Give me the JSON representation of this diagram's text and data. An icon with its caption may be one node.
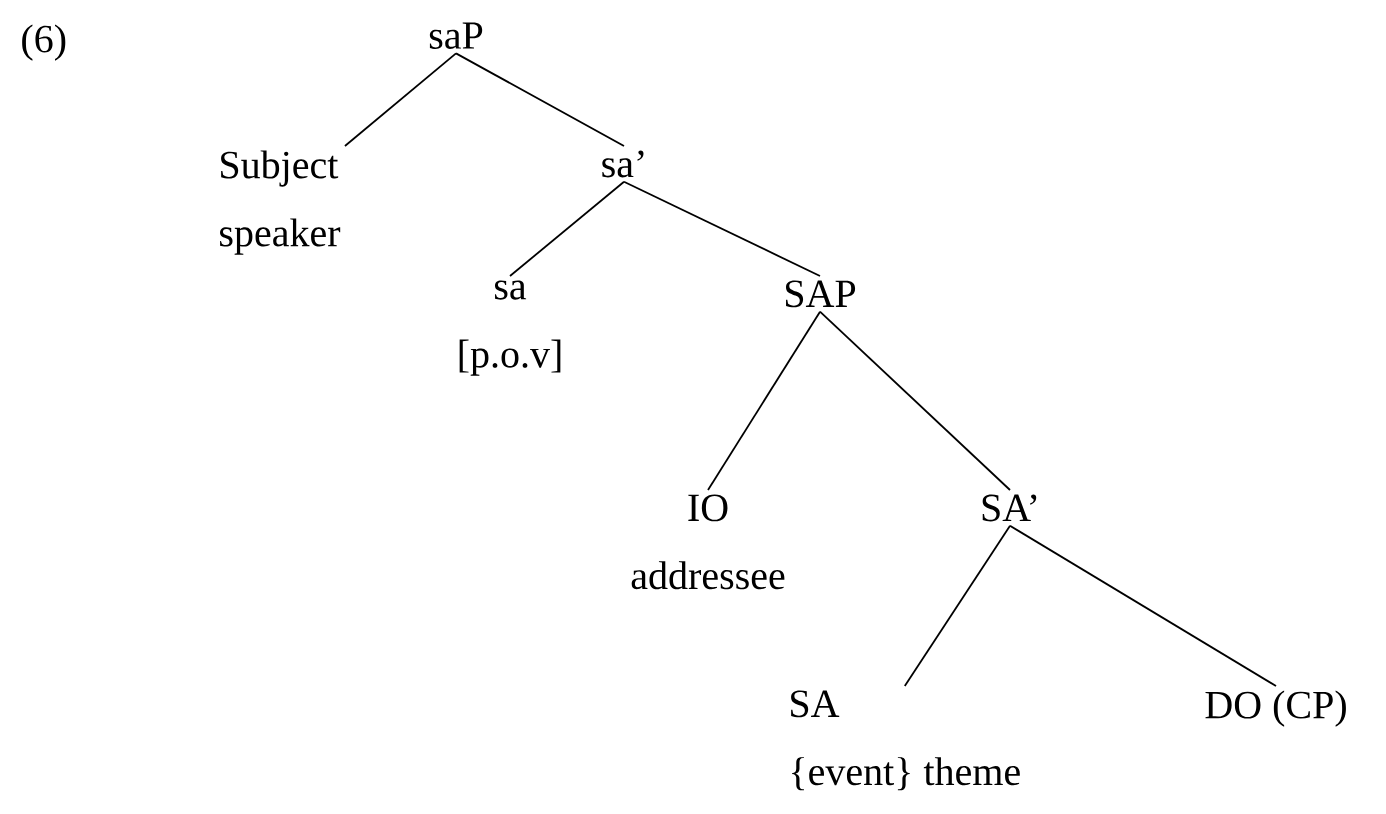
{
  "diagram": {
    "nodes": [
      {
        "text": [
          "saP"
        ]
      },
      {
        "text": [
          "Subject",
          "speaker"
        ]
      },
      {
        "text": [
          "sa’"
        ]
      },
      {
        "text": [
          "sa",
          "[p.o.v]"
        ]
      },
      {
        "text": [
          "SAP"
        ]
      },
      {
        "text": [
          "IO",
          "addressee"
        ]
      },
      {
        "text": [
          "SA’"
        ]
      },
      {
        "text": [
          "SA",
          "{event} theme"
        ]
      },
      {
        "text": [
          "DO (CP)"
        ]
      }
    ],
    "edges": [
      {
        "from": 0,
        "to": 1,
        "arrow": "none"
      },
      {
        "from": 0,
        "to": 2,
        "arrow": "none"
      },
      {
        "from": 2,
        "to": 3,
        "arrow": "none"
      },
      {
        "from": 2,
        "to": 4,
        "arrow": "none"
      },
      {
        "from": 4,
        "to": 5,
        "arrow": "none"
      },
      {
        "from": 4,
        "to": 6,
        "arrow": "none"
      },
      {
        "from": 6,
        "to": 7,
        "arrow": "none"
      },
      {
        "from": 6,
        "to": 8,
        "arrow": "none"
      }
    ],
    "labels": [
      "(6)"
    ]
  }
}
